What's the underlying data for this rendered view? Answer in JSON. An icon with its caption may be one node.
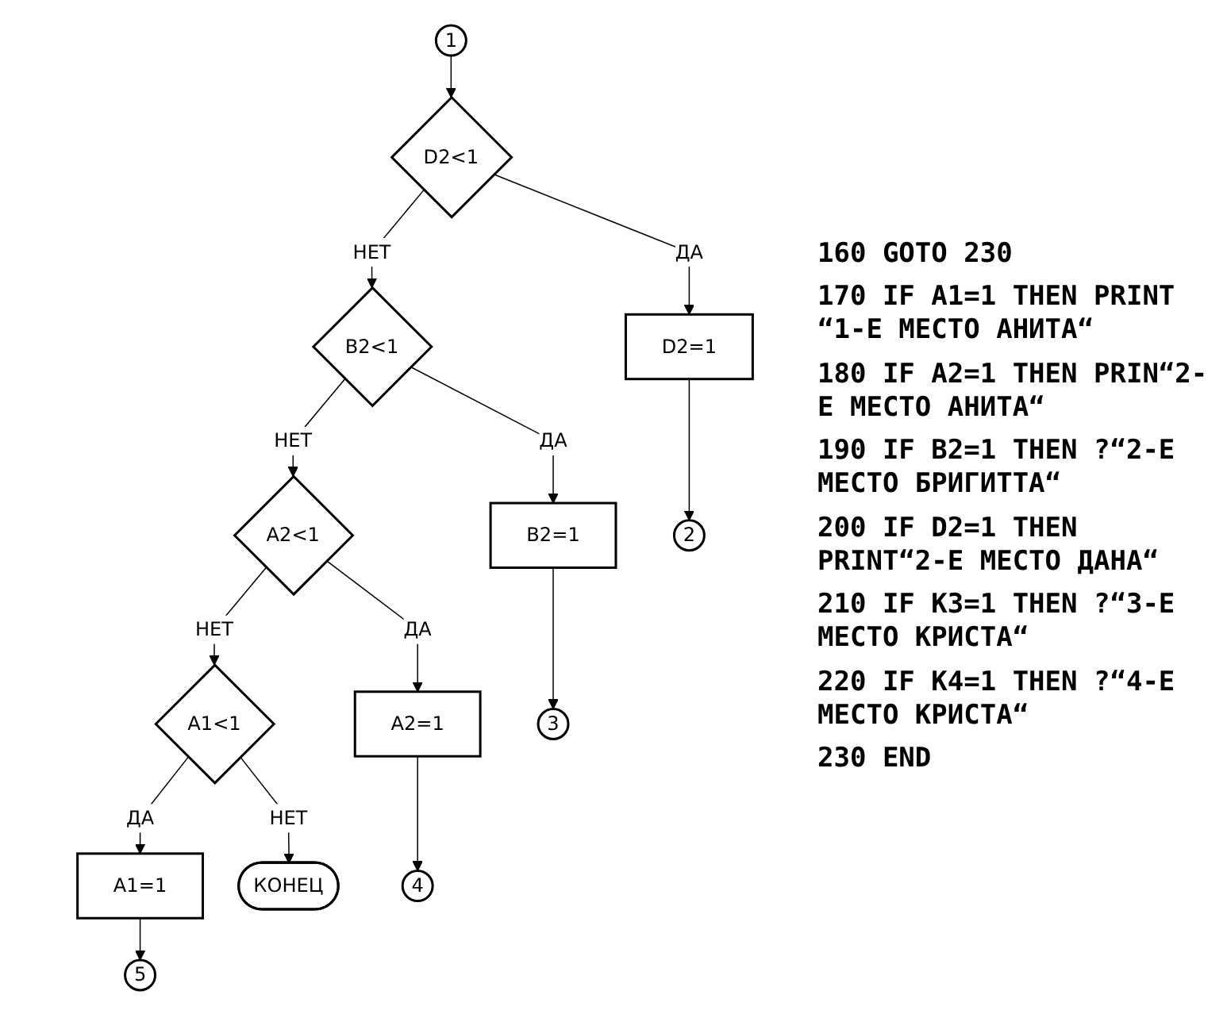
{
  "diagram": {
    "nodes": [
      {
        "text": [
          "1"
        ]
      },
      {
        "text": [
          "D2<1"
        ]
      },
      {
        "text": [
          "D2=1"
        ]
      },
      {
        "text": [
          "B2<1"
        ]
      },
      {
        "text": [
          "B2=1"
        ]
      },
      {
        "text": [
          "A2<1"
        ]
      },
      {
        "text": [
          "A2=1"
        ]
      },
      {
        "text": [
          "A1<1"
        ]
      },
      {
        "text": [
          "A1=1"
        ]
      },
      {
        "text": [
          "КОНЕЦ"
        ]
      },
      {
        "text": [
          "2"
        ]
      },
      {
        "text": [
          "3"
        ]
      },
      {
        "text": [
          "4"
        ]
      },
      {
        "text": [
          "5"
        ]
      }
    ],
    "edges": [
      {
        "from": 0,
        "to": 1,
        "arrow": "to"
      },
      {
        "from": 1,
        "to": 3,
        "label": "НЕТ",
        "arrow": "to"
      },
      {
        "from": 1,
        "to": 2,
        "label": "ДА",
        "arrow": "to"
      },
      {
        "from": 3,
        "to": 5,
        "label": "НЕТ",
        "arrow": "to"
      },
      {
        "from": 3,
        "to": 4,
        "label": "ДА",
        "arrow": "to"
      },
      {
        "from": 5,
        "to": 7,
        "label": "НЕТ",
        "arrow": "to"
      },
      {
        "from": 5,
        "to": 6,
        "label": "ДА",
        "arrow": "to"
      },
      {
        "from": 7,
        "to": 9,
        "label": "НЕТ",
        "arrow": "to"
      },
      {
        "from": 7,
        "to": 8,
        "label": "ДА",
        "arrow": "to"
      },
      {
        "from": 2,
        "to": 10,
        "arrow": "to"
      },
      {
        "from": 4,
        "to": 11,
        "arrow": "to"
      },
      {
        "from": 6,
        "to": 12,
        "arrow": "to"
      },
      {
        "from": 8,
        "to": 13,
        "arrow": "to"
      }
    ],
    "labels": [
      "160 GOTO 230",
      "170 IF A1=1 THEN PRINT “1-Е МЕСТО АНИТА“",
      "180 IF A2=1 THEN PRIN“2-Е МЕСТО АНИТА“",
      "190 IF B2=1 THEN ?“2-Е МЕСТО БРИГИТТА“",
      "200 IF D2=1 THEN PRINT“2-Е МЕСТО ДАНА“",
      "210 IF K3=1 THEN ?“3-Е МЕСТО КРИСТА“",
      "220 IF K4=1 THEN ?“4-Е МЕСТО КРИСТА“",
      "230 END"
    ]
  }
}
